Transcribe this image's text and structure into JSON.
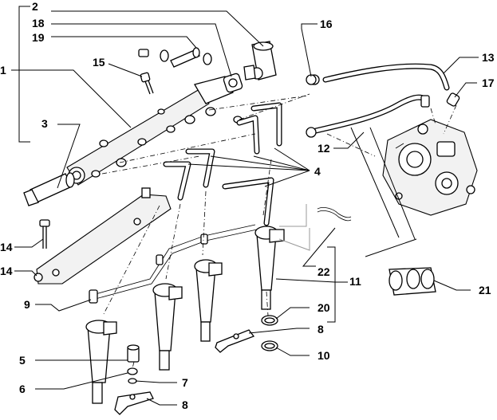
{
  "callouts": [
    "1",
    "2",
    "3",
    "4",
    "5",
    "6",
    "7",
    "8",
    "8",
    "9",
    "10",
    "11",
    "12",
    "13",
    "14",
    "15",
    "16",
    "17",
    "17",
    "18",
    "19",
    "20",
    "21",
    "22"
  ]
}
